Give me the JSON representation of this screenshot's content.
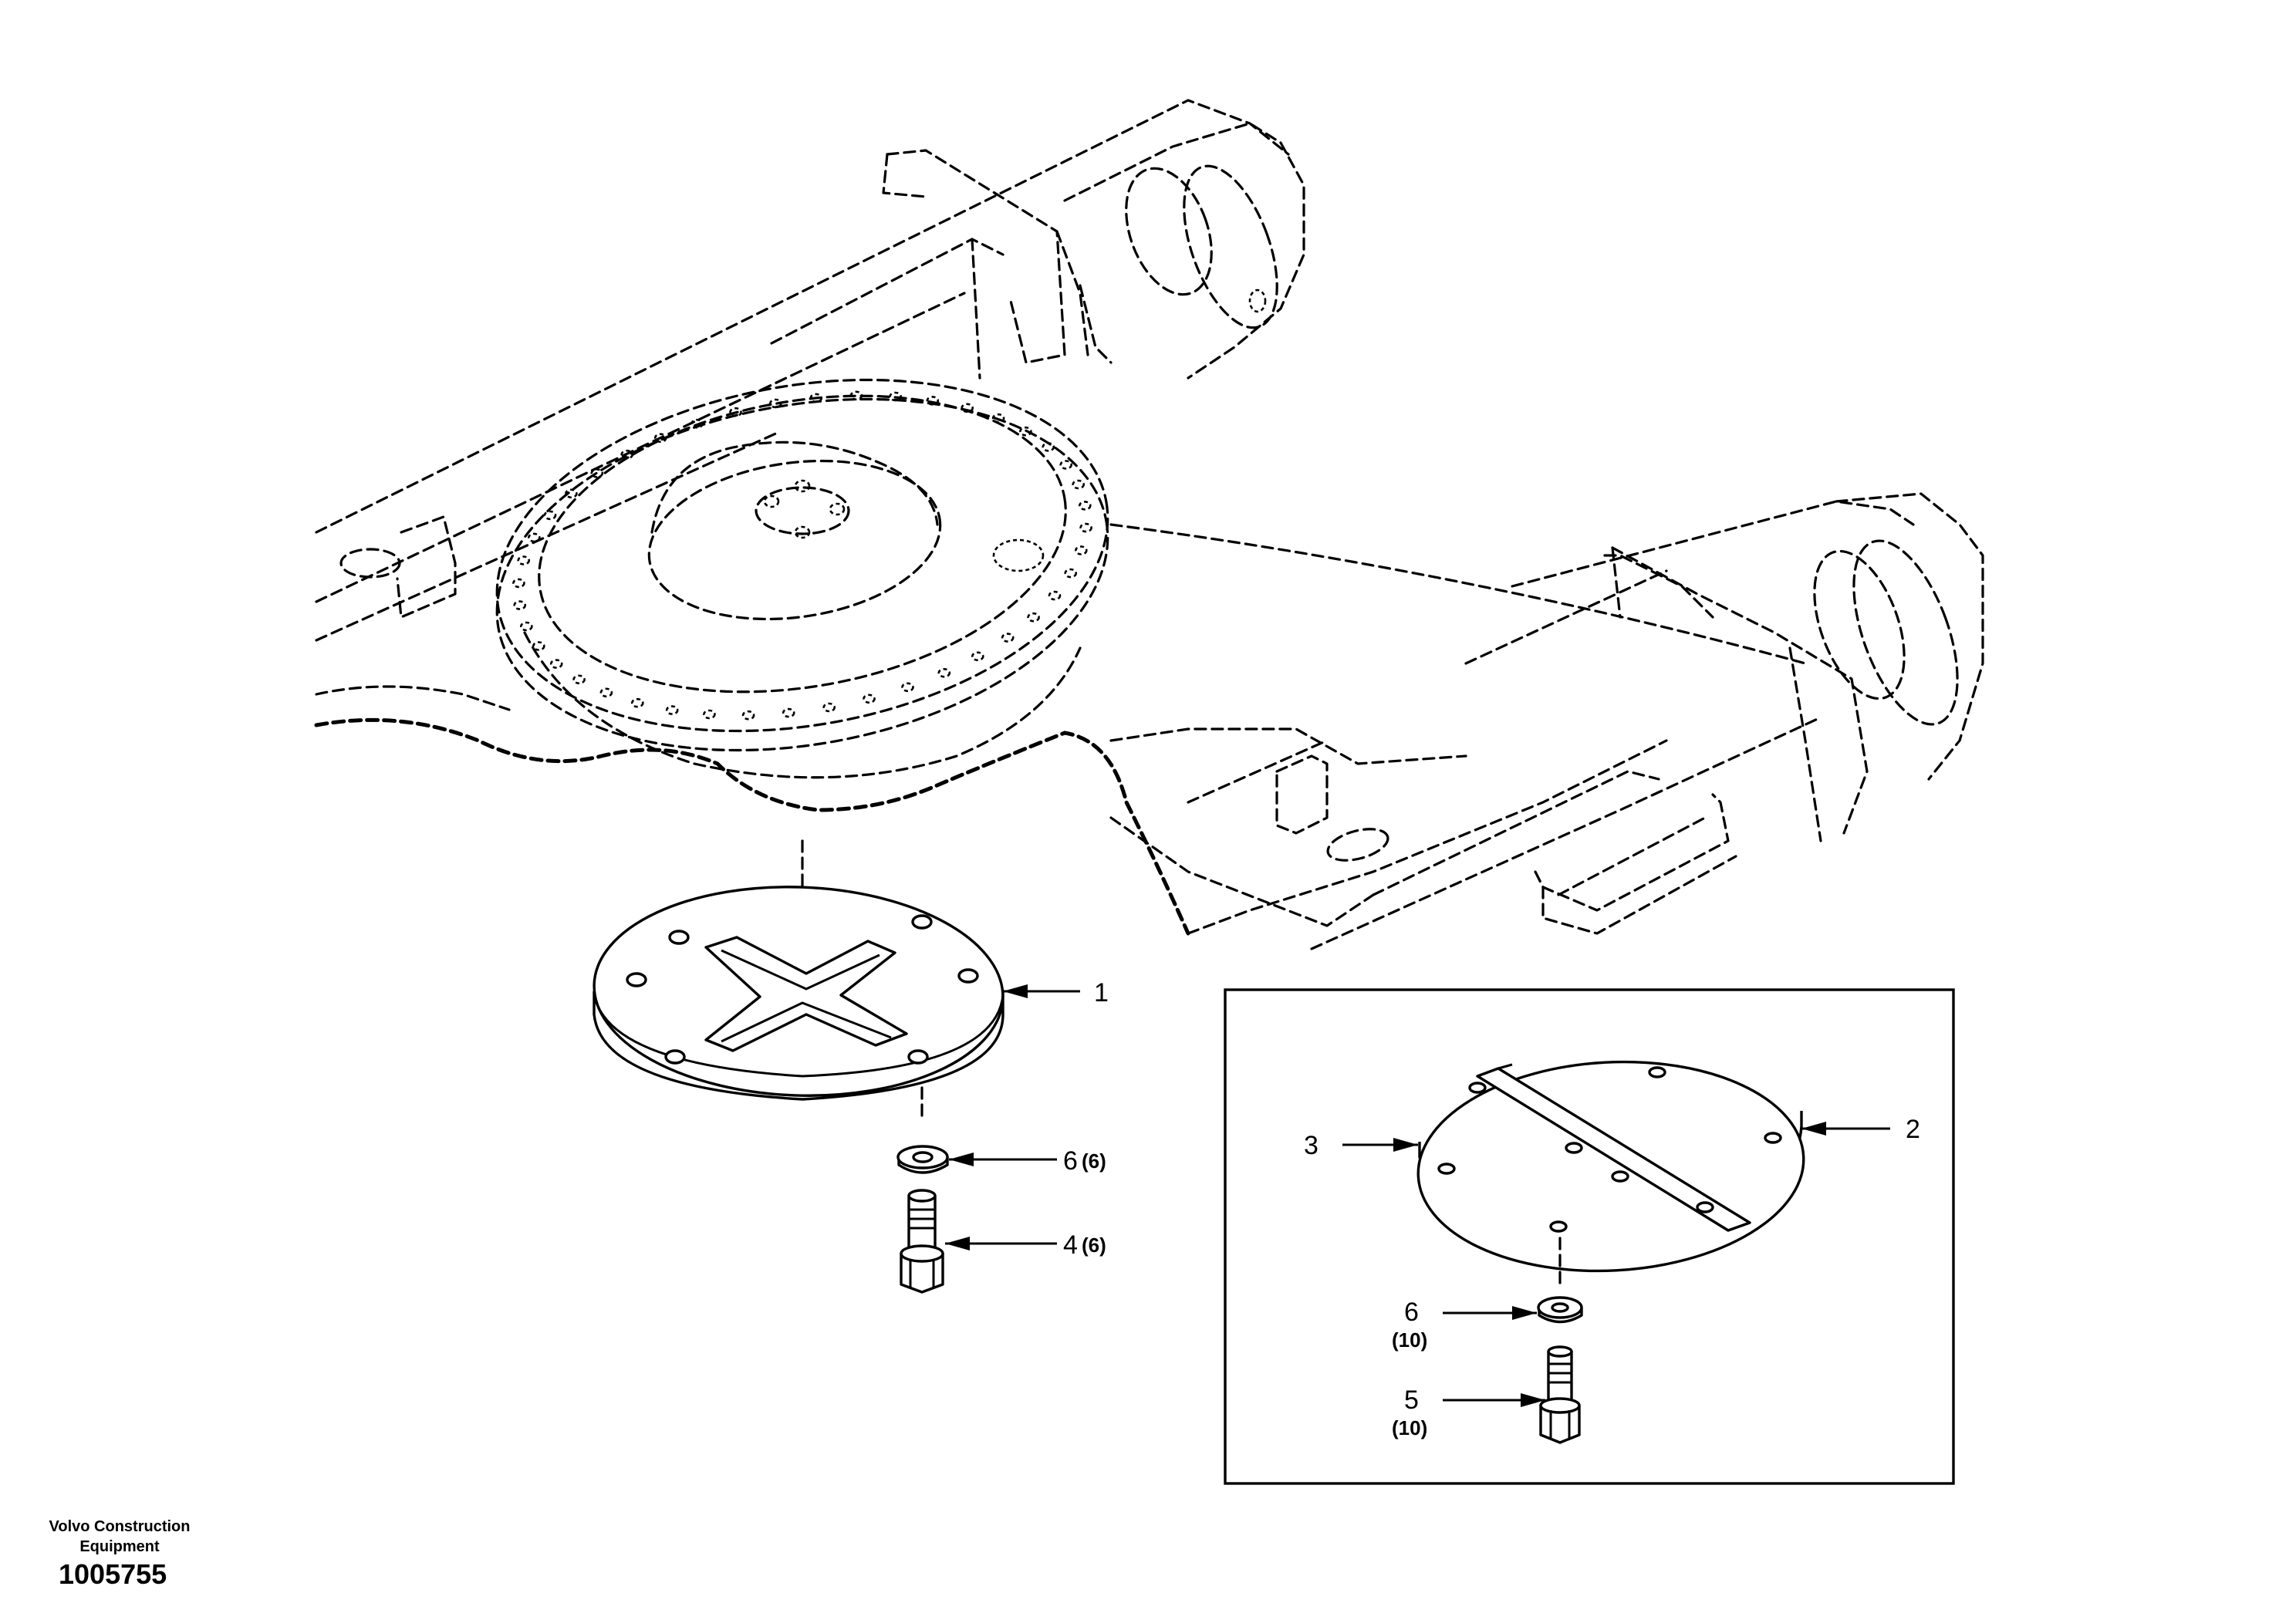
{
  "footer": {
    "brand_line1": "Volvo Construction",
    "brand_line2": "Equipment",
    "document_number": "1005755"
  },
  "callouts": {
    "c1": "1",
    "c2": "2",
    "c3": "3",
    "c4": "4",
    "c4_qty": "(6)",
    "c6_main": "6",
    "c6_main_qty": "(6)",
    "c6_inset": "6",
    "c6_inset_qty": "(10)",
    "c5": "5",
    "c5_qty": "(10)"
  }
}
